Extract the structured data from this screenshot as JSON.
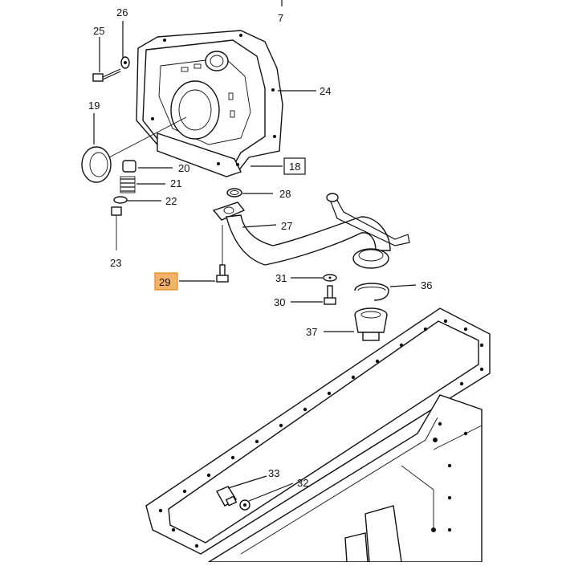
{
  "diagram": {
    "highlight_color": "#f4b26a",
    "highlight_border": "#e08a20",
    "callouts": {
      "c7": "7",
      "c18": "18",
      "c19": "19",
      "c20": "20",
      "c21": "21",
      "c22": "22",
      "c23": "23",
      "c24": "24",
      "c25": "25",
      "c26": "26",
      "c27": "27",
      "c28": "28",
      "c29": "29",
      "c30": "30",
      "c31": "31",
      "c32": "32",
      "c33": "33",
      "c36": "36",
      "c37": "37"
    }
  }
}
